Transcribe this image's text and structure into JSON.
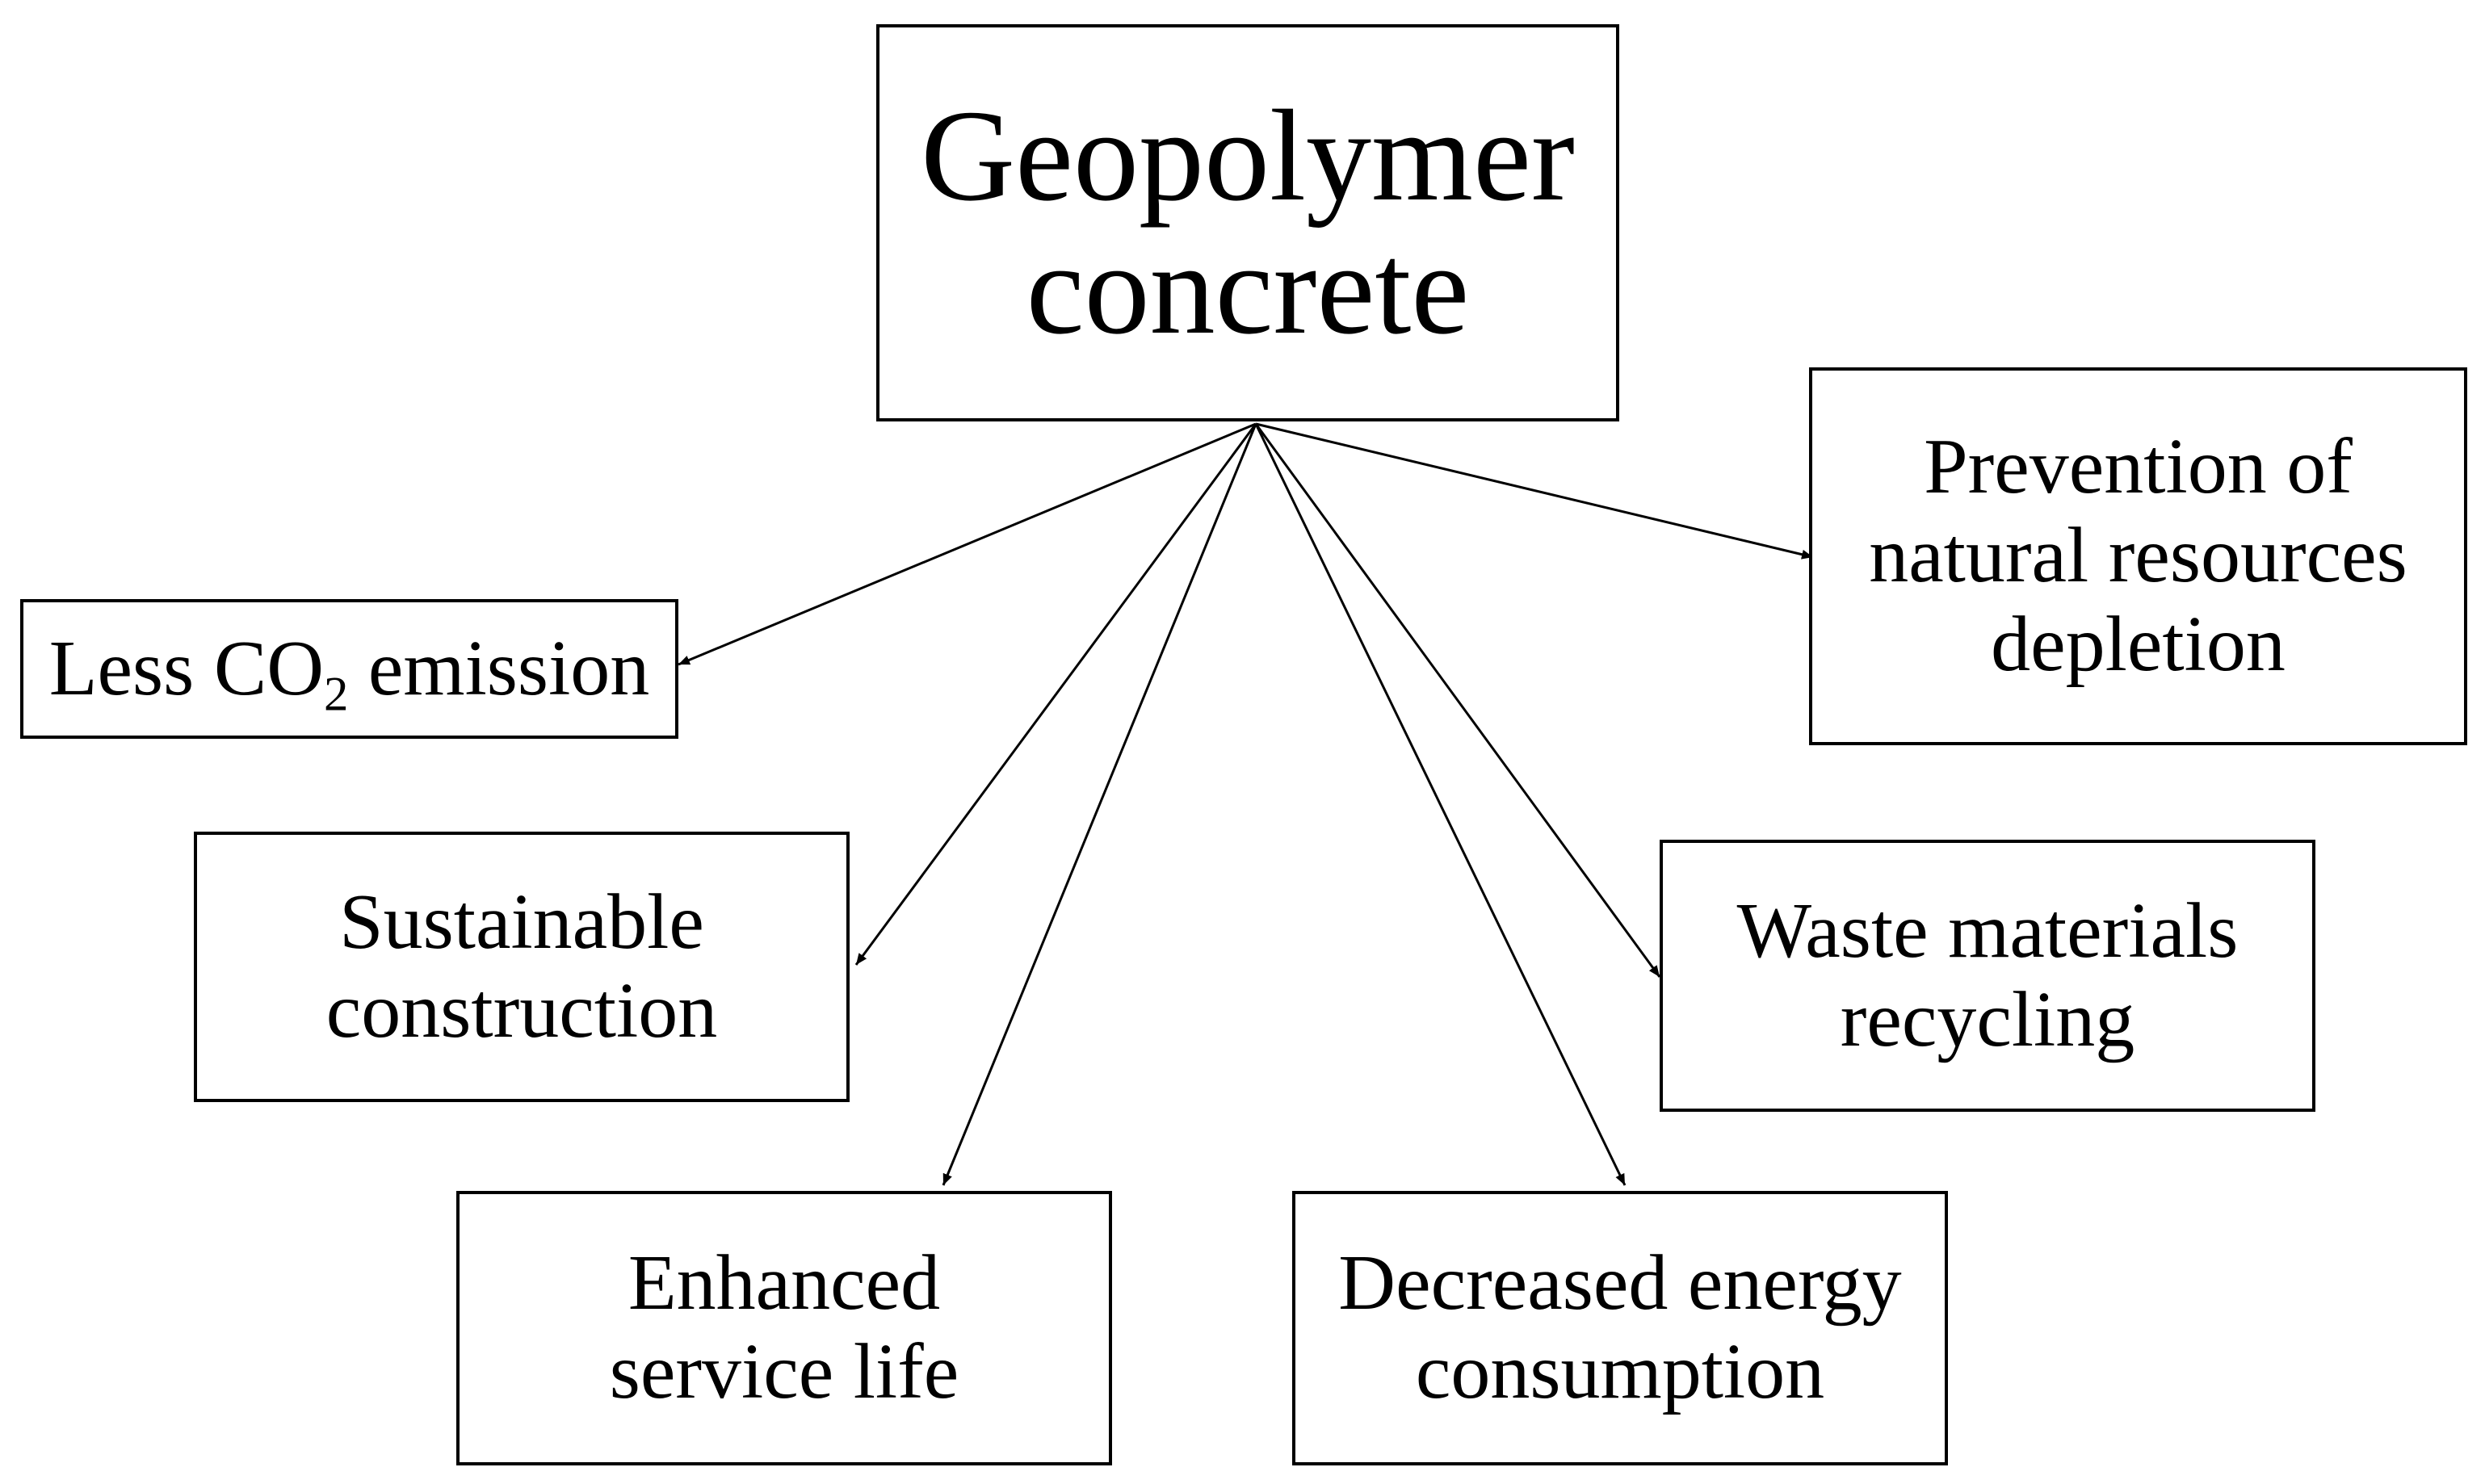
{
  "center": {
    "line1": "Geopolymer",
    "line2": "concrete"
  },
  "benefits": {
    "co2": {
      "before": "Less CO",
      "subscript": "2",
      "after": " emission"
    },
    "sustainable": {
      "line1": "Sustainable",
      "line2": "construction"
    },
    "service_life": {
      "line1": "Enhanced",
      "line2": "service life"
    },
    "energy": {
      "line1": "Decreased energy",
      "line2": "consumption"
    },
    "waste": {
      "line1": "Waste materials",
      "line2": "recycling"
    },
    "resources": {
      "line1": "Prevention of",
      "line2": "natural resources",
      "line3": "depletion"
    }
  }
}
